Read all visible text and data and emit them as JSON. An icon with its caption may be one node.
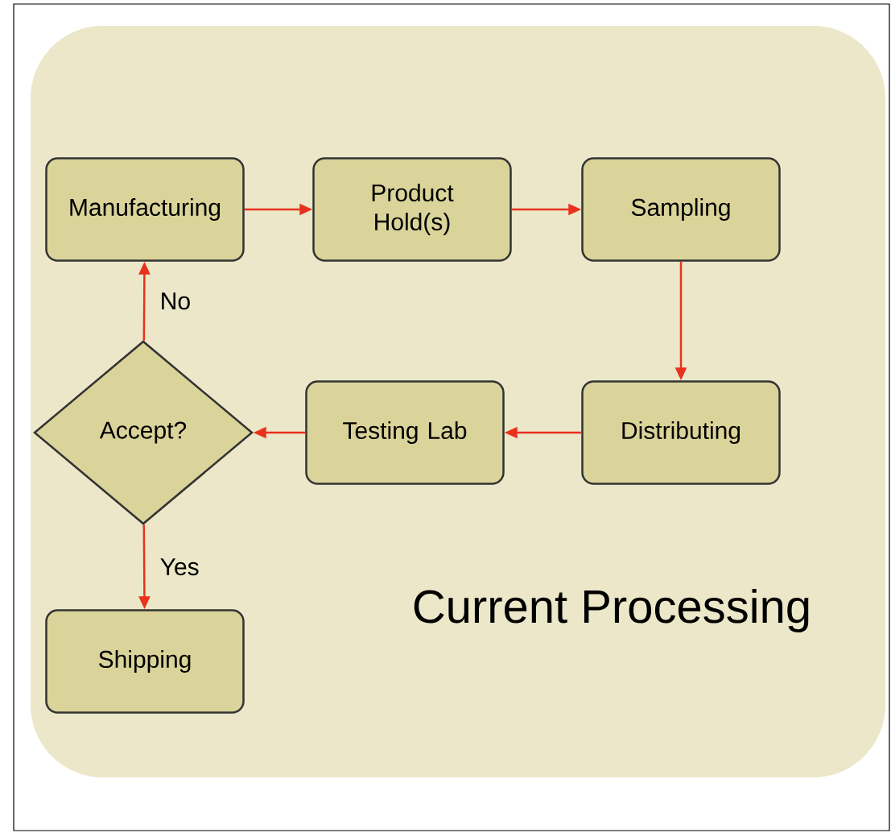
{
  "diagram": {
    "title": "Current Processing",
    "nodes": [
      {
        "text": [
          "Manufacturing"
        ]
      },
      {
        "text": [
          "Product Hold(s)"
        ]
      },
      {
        "text": [
          "Sampling"
        ]
      },
      {
        "text": [
          "Distributing"
        ]
      },
      {
        "text": [
          "Testing Lab"
        ]
      },
      {
        "text": [
          "Accept?"
        ]
      },
      {
        "text": [
          "Shipping"
        ]
      }
    ],
    "edges": [
      {
        "from": 0,
        "to": 1,
        "arrow": "to"
      },
      {
        "from": 1,
        "to": 2,
        "arrow": "to"
      },
      {
        "from": 2,
        "to": 3,
        "arrow": "to"
      },
      {
        "from": 3,
        "to": 4,
        "arrow": "to"
      },
      {
        "from": 4,
        "to": 5,
        "arrow": "to"
      },
      {
        "from": 5,
        "to": 0,
        "arrow": "to",
        "label": "No"
      },
      {
        "from": 5,
        "to": 6,
        "arrow": "to",
        "label": "Yes"
      }
    ]
  }
}
